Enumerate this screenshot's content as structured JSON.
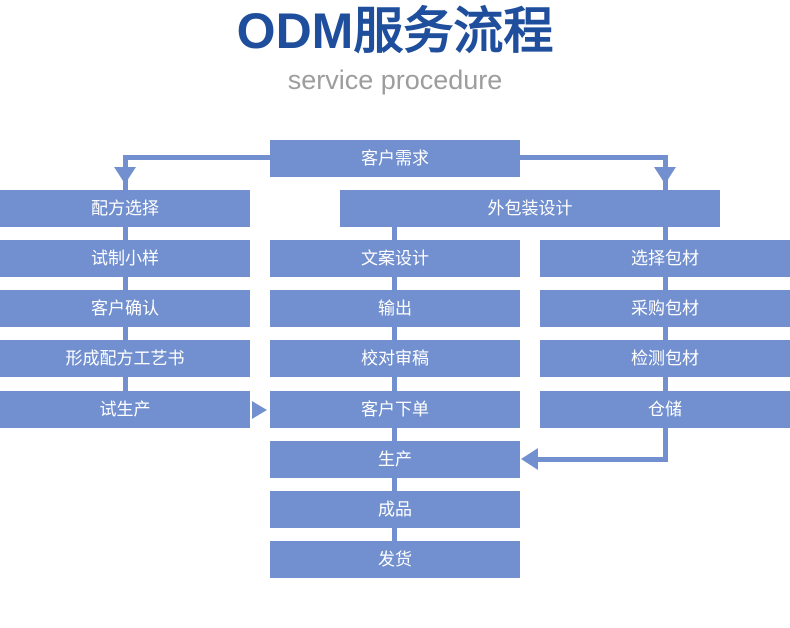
{
  "header": {
    "title": "ODM服务流程",
    "subtitle": "service procedure",
    "title_color": "#1f4f9c",
    "subtitle_color": "#9d9d9d"
  },
  "theme": {
    "box_fill": "#7290cf",
    "box_text": "#ffffff",
    "connector": "#7290cf",
    "background": "#ffffff"
  },
  "flow": {
    "start": {
      "label": "客户需求"
    },
    "branch_right_header": {
      "label": "外包装设计"
    },
    "left_column": [
      {
        "label": "配方选择"
      },
      {
        "label": "试制小样"
      },
      {
        "label": "客户确认"
      },
      {
        "label": "形成配方工艺书"
      },
      {
        "label": "试生产"
      }
    ],
    "middle_column": [
      {
        "label": "文案设计"
      },
      {
        "label": "输出"
      },
      {
        "label": "校对审稿"
      },
      {
        "label": "客户下单"
      },
      {
        "label": "生产"
      },
      {
        "label": "成品"
      },
      {
        "label": "发货"
      }
    ],
    "right_column": [
      {
        "label": "选择包材"
      },
      {
        "label": "采购包材"
      },
      {
        "label": "检测包材"
      },
      {
        "label": "仓储"
      }
    ]
  }
}
